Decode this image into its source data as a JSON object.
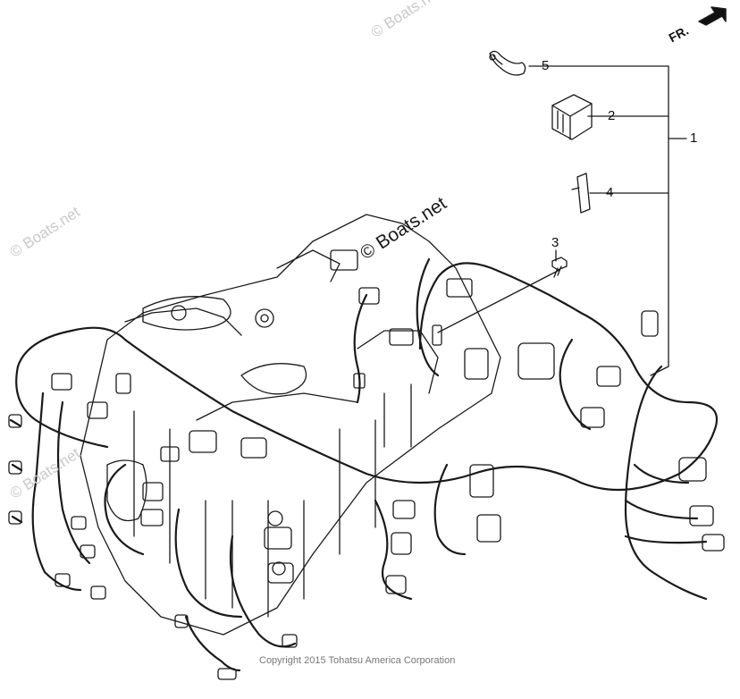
{
  "diagram": {
    "callouts": [
      {
        "id": "c1",
        "label": "1"
      },
      {
        "id": "c2",
        "label": "2"
      },
      {
        "id": "c3",
        "label": "3"
      },
      {
        "id": "c4",
        "label": "4"
      },
      {
        "id": "c5",
        "label": "5"
      }
    ],
    "direction_label": "FR.",
    "watermark_main": "© Boats.net",
    "watermark_faint": "© Boats.net",
    "copyright": "Copyright 2015 Tohatsu America Corporation"
  }
}
